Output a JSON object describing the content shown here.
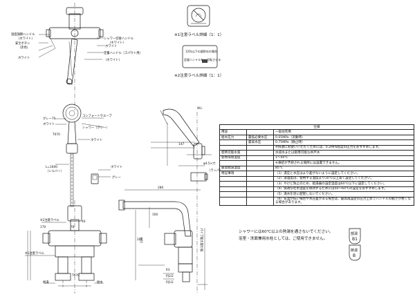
{
  "labels": {
    "temp_handle": "温度調節ハンドル",
    "white": "（ホワイト）",
    "safety_button": "安全ボタン",
    "red": "（赤色）",
    "white2": "ホワイト",
    "shower_switch_handle": "シャワー切替ハンドル",
    "flow_handle": "定量ハンドル（スパウト用）",
    "label1_title": "※1注意ラベル詳細（1：1）",
    "label2_title": "※2注意ラベル詳細（1：1）",
    "label2_text1": "120L以下の量貯めの場合",
    "label2_text2": "定量ハンドルを一 回転させる",
    "grey70": "グレー70",
    "white3": "ホワイト",
    "comfort_wave": "コンフォートウエーブ",
    "shower_grey": "シャワー（グレー）",
    "hose": "L=1600",
    "silver": "（シルバー）",
    "white4": "ホワイト",
    "grey": "グレー",
    "label2_mark": "※2注意ラベル",
    "label1_mark": "※1注意ラベル",
    "water_supply": "給水",
    "hot_supply": "給湯",
    "wl": "W.L",
    "hole_note": "φ4.5×穴",
    "dim_147": "147",
    "dim_160": "160",
    "dim_220": "220",
    "dim_280": "280",
    "dim_202": "202",
    "dim_63": "63",
    "dim_78": "78",
    "dim_170": "170",
    "dim_40": "40",
    "pipe_label": "パイプ最大取付長",
    "t_mark": "T070",
    "thread1": "PJ1/2",
    "thread2": "PJ1/2",
    "tap_note": "（ラッパ）"
  },
  "spec": {
    "header": "仕様",
    "rows": [
      {
        "k": "用途",
        "k2": "",
        "v": "一般住宅用"
      },
      {
        "k": "給水圧力",
        "k2": "最低必要水圧",
        "v": "0.05MPa（流動時）"
      },
      {
        "k": "",
        "k2": "最高水圧",
        "v": "0.75MPa（静止時）"
      },
      {
        "k": "",
        "k2": "",
        "v": "※快適にお使いいただくためには、0.2MPa程度の圧力をおすすめします。"
      },
      {
        "k": "使用可能水質",
        "k2": "",
        "v": "水道水または飲用可能な井戸水"
      },
      {
        "k": "使用環境温度",
        "k2": "",
        "v": "1〜40℃"
      },
      {
        "k": "",
        "k2": "",
        "v": "※凍結が予想される場所には設置できません。"
      },
      {
        "k": "最高給湯温度",
        "k2": "",
        "v": "85℃"
      },
      {
        "k": "特記事項",
        "k2": "",
        "v": "（1）湯圧と水圧はより差がないように設定してください。"
      },
      {
        "k": "",
        "k2": "",
        "v": "（2）湯温度は、使用する温度より10℃以上高く設定してください。"
      },
      {
        "k": "",
        "k2": "",
        "v": "（3）やけど防止のため、給湯器の設定温度は60℃以下に設定してください。"
      },
      {
        "k": "",
        "k2": "",
        "v": "（4）快適な吐水温度を保持するためには50〜60℃の設定をおすすめします。"
      },
      {
        "k": "",
        "k2": "",
        "v": "（5）湯水を逆に配管しないでください。"
      },
      {
        "k": "",
        "k2": "",
        "v": "（6）気温が低い場合や水圧差がある場合は、最高再設定の圧力上昇でハンドルの動きが悪くなる場合があります。"
      }
    ]
  },
  "notes": {
    "line1": "シャワーには60℃以上の熱湯を通さないでください。",
    "line2": "浴室・洗面兼用水栓としては、ご使用できません。"
  },
  "stamps": {
    "a_top": "部湯",
    "a_bottom": "B1",
    "b_top": "節湯",
    "b_bottom": "B"
  }
}
